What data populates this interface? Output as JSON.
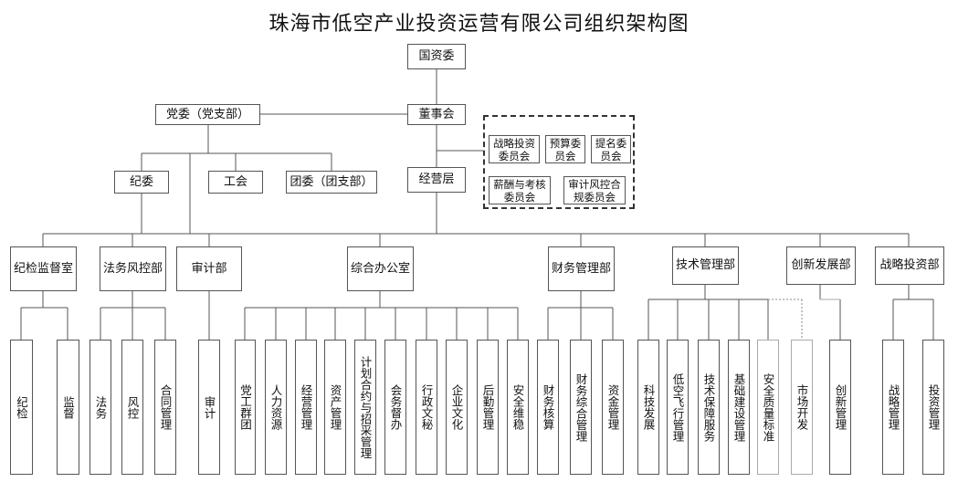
{
  "title": "珠海市低空产业投资运营有限公司组织架构图",
  "top_nodes": {
    "guozi": "国资委",
    "board": "董事会",
    "party": "党委（党支部）",
    "discipline": "纪委",
    "union": "工会",
    "youth": "团委（团支部）",
    "management": "经营层"
  },
  "committees": {
    "strategy": "战略投资委员会",
    "budget": "预算委员会",
    "nomination": "提名委员会",
    "salary": "薪酬与考核委员会",
    "audit_risk": "审计风控合规委员会"
  },
  "departments": [
    {
      "name": "纪检监督室",
      "units": [
        "纪检",
        "监督"
      ]
    },
    {
      "name": "法务风控部",
      "units": [
        "法务",
        "风控",
        "合同管理"
      ]
    },
    {
      "name": "审计部",
      "units": [
        "审计"
      ]
    },
    {
      "name": "综合办公室",
      "units": [
        "党工群团",
        "人力资源",
        "经营管理",
        "资产管理",
        "计划合约与招采管理",
        "会务督办",
        "行政文秘",
        "企业文化",
        "后勤管理",
        "安全维稳"
      ]
    },
    {
      "name": "财务管理部",
      "units": [
        "财务核算",
        "财务综合管理",
        "资金管理"
      ]
    },
    {
      "name": "技术管理部",
      "units": [
        "科技发展",
        "低空飞行管理",
        "技术保障服务",
        "基础建设管理",
        "安全质量标准"
      ]
    },
    {
      "name": "创新发展部",
      "units": [
        "市场开发",
        "创新管理"
      ]
    },
    {
      "name": "战略投资部",
      "units": [
        "战略管理",
        "投资管理"
      ]
    }
  ]
}
